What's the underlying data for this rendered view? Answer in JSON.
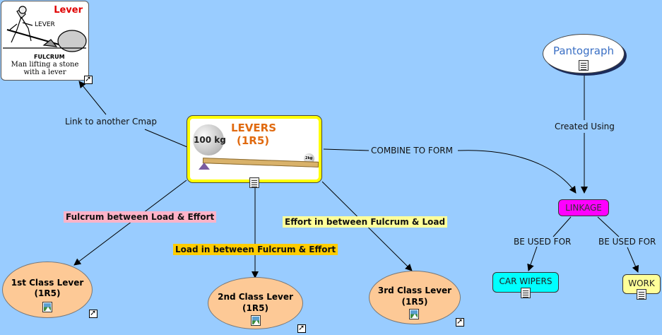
{
  "lever_image": {
    "title": "Lever",
    "label_lever": "LEVER",
    "label_fulcrum": "FULCRUM",
    "caption_line1": "Man lifting a stone",
    "caption_line2": "with a lever"
  },
  "main_concept": {
    "title_line1": "LEVERS",
    "title_line2": "(1R5)",
    "weight_big": "100 kg",
    "weight_small": "2kg"
  },
  "pantograph": {
    "label": "Pantograph"
  },
  "linkage": {
    "label": "LINKAGE",
    "color": "#ff00ff"
  },
  "car_wipers": {
    "label": "CAR WIPERS",
    "color": "#00ffff"
  },
  "work": {
    "label": "WORK",
    "color": "#ffff99"
  },
  "class1": {
    "line1": "1st Class Lever",
    "line2": "(1R5)"
  },
  "class2": {
    "line1": "2nd Class Lever",
    "line2": "(1R5)"
  },
  "class3": {
    "line1": "3rd Class Lever",
    "line2": "(1R5)"
  },
  "edges": {
    "link_another": "Link to another Cmap",
    "combine": "COMBINE TO FORM",
    "created_using": "Created Using",
    "be_used_for_1": "BE USED FOR",
    "be_used_for_2": "BE USED FOR",
    "fulcrum_between": "Fulcrum between Load & Effort",
    "load_between": "Load in between Fulcrum & Effort",
    "effort_between": "Effort in between Fulcrum & Load"
  },
  "colors": {
    "background": "#99ccff",
    "oval_fill": "#fdc996",
    "highlight_pink": "#ffb3c8",
    "highlight_orange": "#ffcc00",
    "highlight_yellow": "#ffff99",
    "levers_title": "#e06a10",
    "main_border": "#ffff00"
  }
}
